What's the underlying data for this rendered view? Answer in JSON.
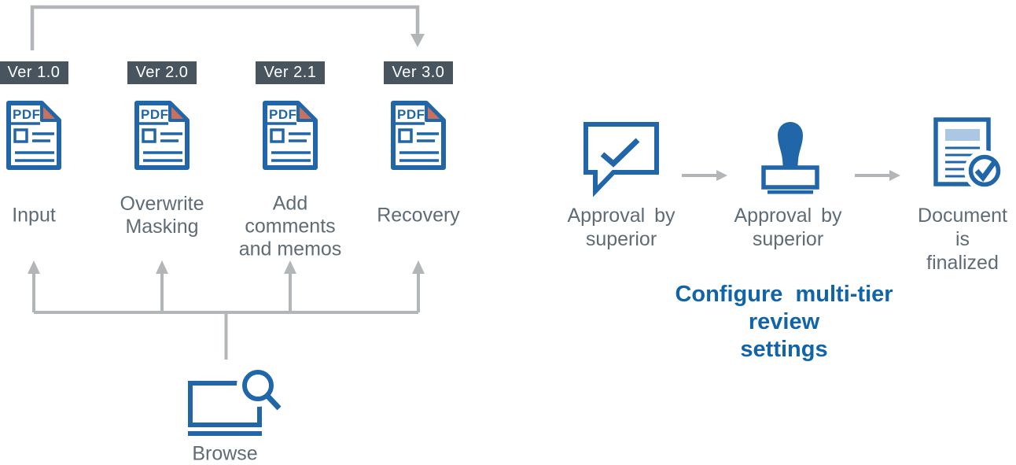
{
  "version_flow": {
    "file_type": "PDF",
    "versions": [
      {
        "badge": "Ver 1.0",
        "label": "Input"
      },
      {
        "badge": "Ver 2.0",
        "label": "Overwrite\nMasking"
      },
      {
        "badge": "Ver 2.1",
        "label": "Add\ncomments\nand memos"
      },
      {
        "badge": "Ver 3.0",
        "label": "Recovery"
      }
    ],
    "browse": {
      "label": "Browse"
    }
  },
  "review_flow": {
    "steps": [
      {
        "icon": "speech-bubble-check-icon",
        "label": "Approval by\nsuperior"
      },
      {
        "icon": "approval-stamp-icon",
        "label": "Approval by\nsuperior"
      },
      {
        "icon": "finalized-document-icon",
        "label": "Document\nis finalized"
      }
    ],
    "caption": "Configure  multi-tier review\nsettings"
  },
  "colors": {
    "accent_blue": "#2166a8",
    "heading_blue": "#1264a8",
    "badge_slate": "#48555f",
    "text_gray": "#5f6b75",
    "arrow_gray": "#b2b6b9",
    "fold_salmon": "#c9705f",
    "doc_band_blue": "#abc7e2"
  }
}
